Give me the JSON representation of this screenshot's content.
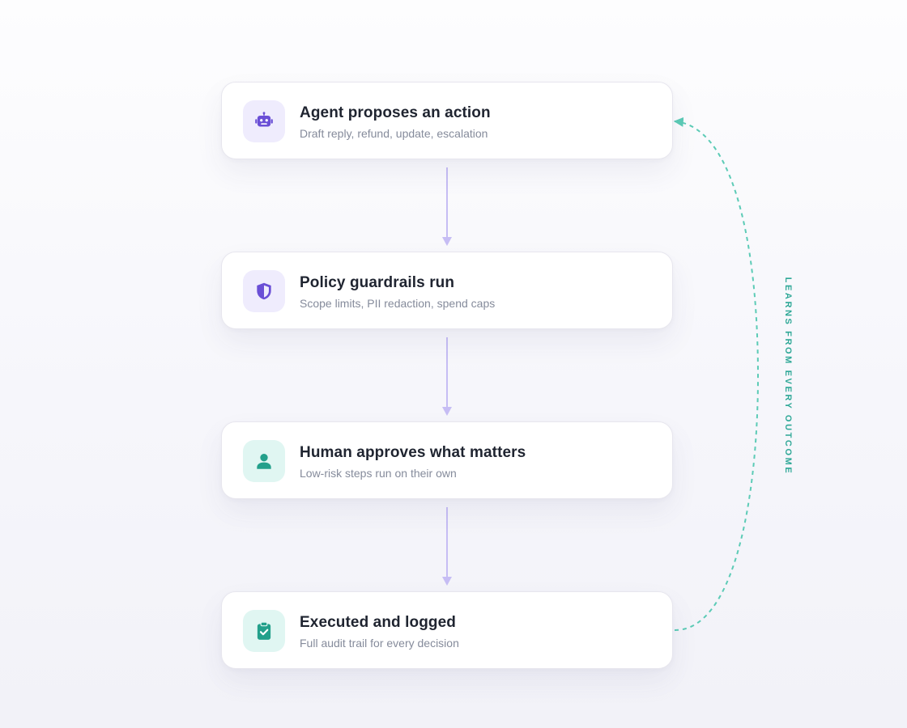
{
  "flow": {
    "steps": [
      {
        "icon": "robot-icon",
        "title": "Agent proposes an action",
        "subtitle": "Draft reply, refund, update, escalation",
        "accent": "#6a4fd6"
      },
      {
        "icon": "shield-icon",
        "title": "Policy guardrails run",
        "subtitle": "Scope limits, PII redaction, spend caps",
        "accent": "#6a4fd6"
      },
      {
        "icon": "person-icon",
        "title": "Human approves what matters",
        "subtitle": "Low-risk steps run on their own",
        "accent": "#23a08b"
      },
      {
        "icon": "clipboard-check-icon",
        "title": "Executed and logged",
        "subtitle": "Full audit trail for every decision",
        "accent": "#23a08b"
      }
    ],
    "loop_label": "LEARNS FROM EVERY OUTCOME",
    "colors": {
      "arrow": "#c6bdf4",
      "loop": "#5ccbb6",
      "loop_text": "#2fa897",
      "purple_tint": "#efecfd",
      "teal_tint": "#e0f6f2"
    }
  }
}
